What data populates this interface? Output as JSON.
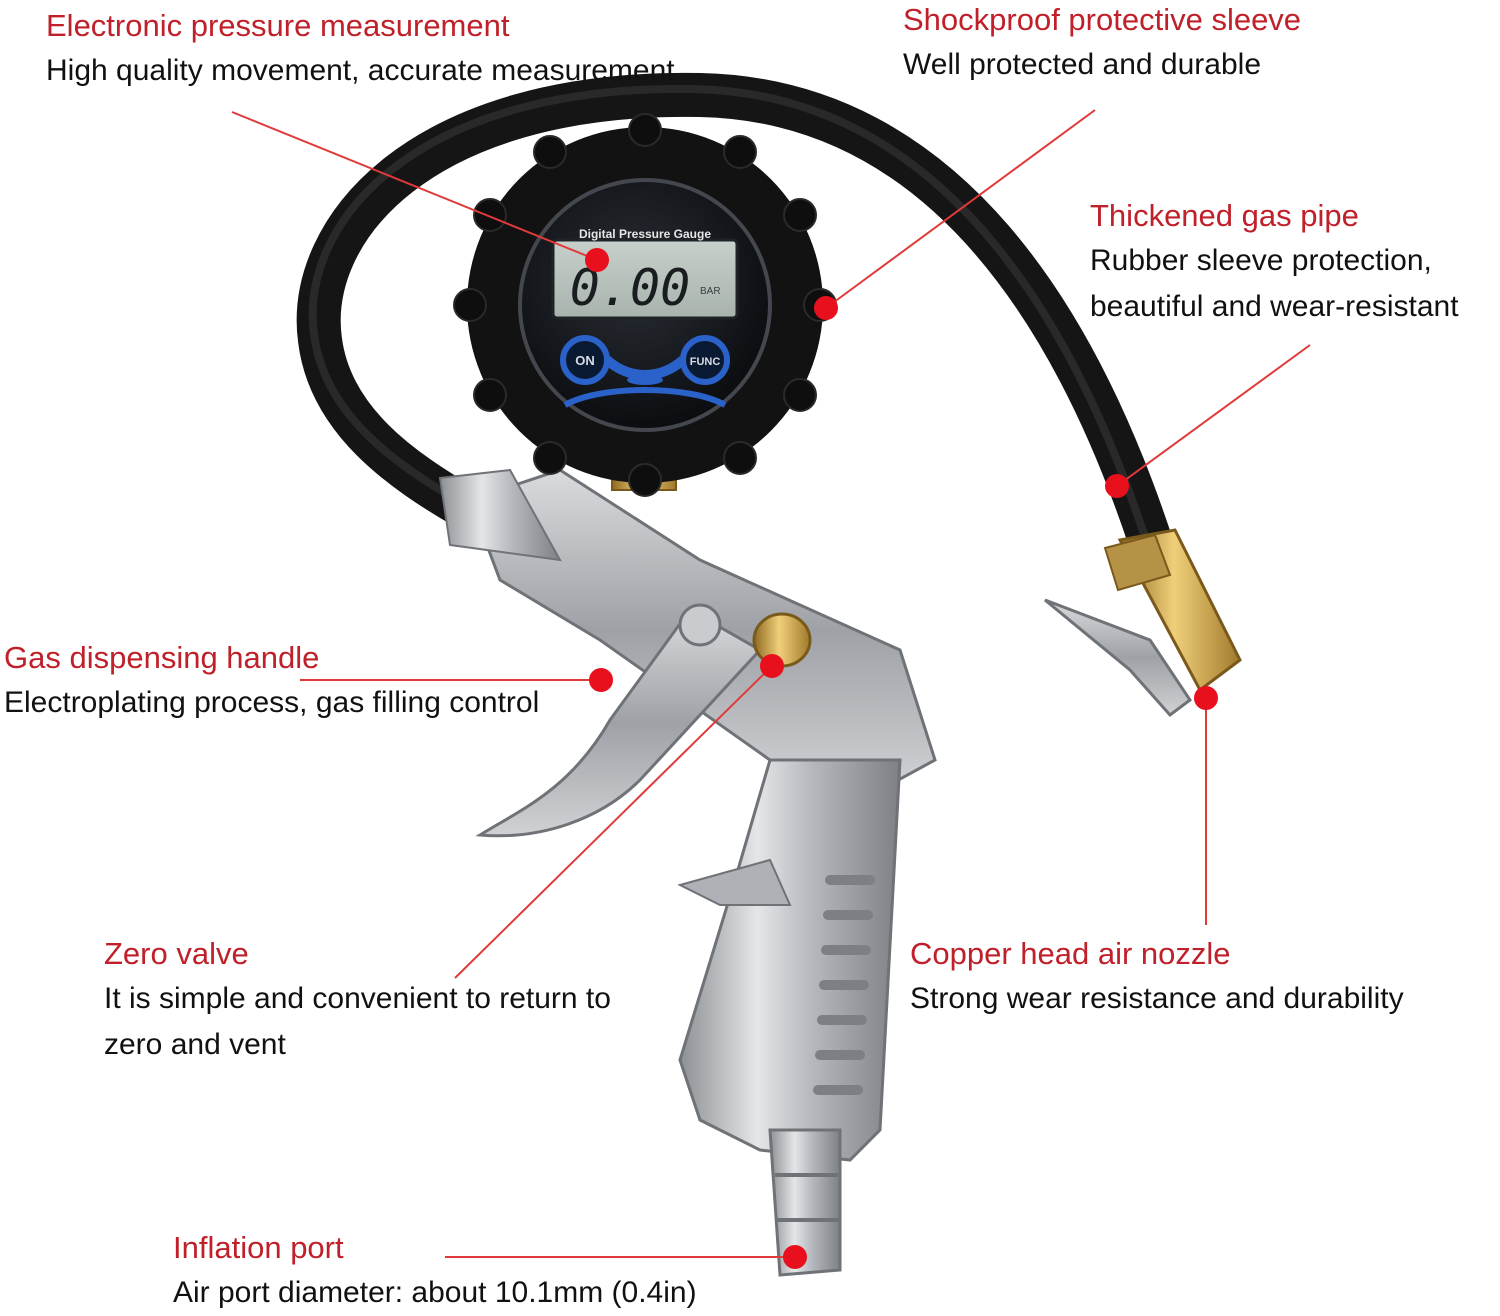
{
  "gauge": {
    "face_title": "Digital Pressure Gauge",
    "reading": "0.00",
    "unit": "BAR",
    "on_button": "ON",
    "func_button": "FUNC"
  },
  "callouts": [
    {
      "id": "electronic-pressure-measurement",
      "title": "Electronic pressure measurement",
      "lines": [
        "High quality movement, accurate measurement"
      ]
    },
    {
      "id": "shockproof-protective-sleeve",
      "title": "Shockproof protective sleeve",
      "lines": [
        "Well protected and durable"
      ]
    },
    {
      "id": "thickened-gas-pipe",
      "title": "Thickened gas pipe",
      "lines": [
        "Rubber sleeve protection,",
        "beautiful and wear-resistant"
      ]
    },
    {
      "id": "gas-dispensing-handle",
      "title": "Gas dispensing handle",
      "lines": [
        "Electroplating process, gas filling control"
      ]
    },
    {
      "id": "zero-valve",
      "title": "Zero valve",
      "lines": [
        "It is simple and convenient to return to",
        "zero and vent"
      ]
    },
    {
      "id": "copper-head-air-nozzle",
      "title": "Copper head air nozzle",
      "lines": [
        "Strong wear resistance and durability"
      ]
    },
    {
      "id": "inflation-port",
      "title": "Inflation port",
      "lines": [
        "Air port diameter: about 10.1mm (0.4in)"
      ]
    }
  ],
  "colors": {
    "accent": "#c0202a",
    "marker": "#e8101c",
    "text": "#111111",
    "hose": "#1c1c1c",
    "chrome": "#b9bcc0",
    "brass": "#c9a24a",
    "lcd": "#b9c3bd",
    "button_blue": "#2b62c9"
  }
}
